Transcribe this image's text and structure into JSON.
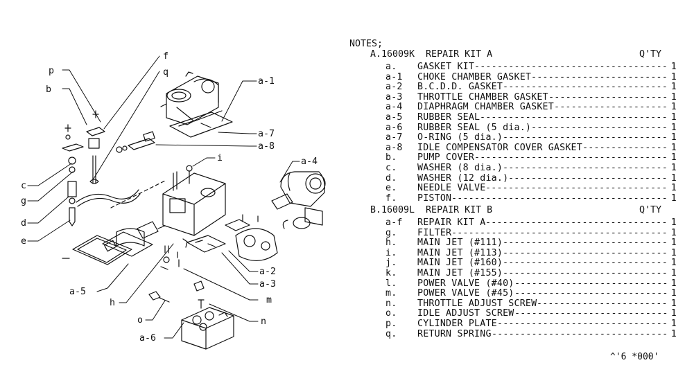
{
  "notes_title": "NOTES;",
  "kit_a": {
    "header": "A.16009K  REPAIR KIT A",
    "qty_header": "Q'TY",
    "items": [
      {
        "code": "a.",
        "desc": "GASKET KIT",
        "qty": "1"
      },
      {
        "code": "a-1",
        "desc": "CHOKE CHAMBER GASKET",
        "qty": "1"
      },
      {
        "code": "a-2",
        "desc": "B.C.D.D. GASKET",
        "qty": "1"
      },
      {
        "code": "a-3",
        "desc": "THROTTLE CHAMBER GASKET",
        "qty": "1"
      },
      {
        "code": "a-4",
        "desc": "DIAPHRAGM CHAMBER GASKET",
        "qty": "1"
      },
      {
        "code": "a-5",
        "desc": "RUBBER SEAL",
        "qty": "1"
      },
      {
        "code": "a-6",
        "desc": "RUBBER SEAL (5 dia.)",
        "qty": "1"
      },
      {
        "code": "a-7",
        "desc": "O-RING (5 dia.)",
        "qty": "1"
      },
      {
        "code": "a-8",
        "desc": "IDLE COMPENSATOR COVER GASKET",
        "qty": "1"
      },
      {
        "code": "b.",
        "desc": "PUMP COVER",
        "qty": "1"
      },
      {
        "code": "c.",
        "desc": "WASHER (8 dia.)",
        "qty": "1"
      },
      {
        "code": "d.",
        "desc": "WASHER (12 dia.)",
        "qty": "1"
      },
      {
        "code": "e.",
        "desc": "NEEDLE VALVE",
        "qty": "1"
      },
      {
        "code": "f.",
        "desc": "PISTON",
        "qty": "1"
      }
    ]
  },
  "kit_b": {
    "header": "B.16009L  REPAIR KIT B",
    "qty_header": "Q'TY",
    "items": [
      {
        "code": "a-f",
        "desc": "REPAIR KIT A",
        "qty": "1"
      },
      {
        "code": "g.",
        "desc": "FILTER",
        "qty": "1"
      },
      {
        "code": "h.",
        "desc": "MAIN JET (#111)",
        "qty": "1"
      },
      {
        "code": "i.",
        "desc": "MAIN JET (#113)",
        "qty": "1"
      },
      {
        "code": "j.",
        "desc": "MAIN JET (#160)",
        "qty": "1"
      },
      {
        "code": "k.",
        "desc": "MAIN JET (#155)",
        "qty": "1"
      },
      {
        "code": "l.",
        "desc": "POWER VALVE (#40)",
        "qty": "1"
      },
      {
        "code": "m.",
        "desc": "POWER VALVE (#45)",
        "qty": "1"
      },
      {
        "code": "n.",
        "desc": "THROTTLE ADJUST SCREW",
        "qty": "1"
      },
      {
        "code": "o.",
        "desc": "IDLE ADJUST SCREW",
        "qty": "1"
      },
      {
        "code": "p.",
        "desc": "CYLINDER PLATE",
        "qty": "1"
      },
      {
        "code": "q.",
        "desc": "RETURN SPRING",
        "qty": "1"
      }
    ]
  },
  "callouts": {
    "p": "p",
    "b": "b",
    "f": "f",
    "q": "q",
    "a1": "a-1",
    "a7": "a-7",
    "a8": "a-8",
    "i": "i",
    "a4": "a-4",
    "c": "c",
    "g": "g",
    "d": "d",
    "e": "e",
    "a5": "a-5",
    "a2": "a-2",
    "a3": "a-3",
    "h": "h",
    "m": "m",
    "o": "o",
    "n": "n",
    "a6": "a-6"
  },
  "footer_code": "^'6 *000'"
}
